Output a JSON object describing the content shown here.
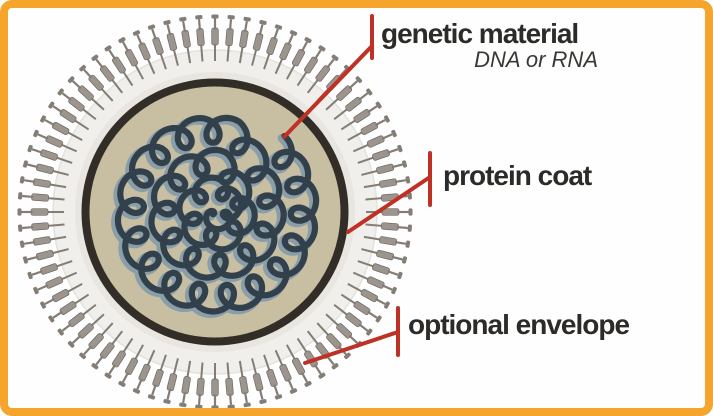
{
  "figure": {
    "background": "#FEFEFE",
    "border_color": "#F5A42C"
  },
  "diagram": {
    "callout_color": "#BF3025",
    "labels": {
      "genetic_material": {
        "text": "genetic material",
        "subtext": "DNA or RNA"
      },
      "protein_coat": {
        "text": "protein coat"
      },
      "optional_envelope": {
        "text": "optional envelope"
      }
    },
    "virus": {
      "envelope_color": "#F0EFEB",
      "envelope_edge_color": "#E4E2DD",
      "halo_color": "#E9E6E1",
      "spike_color": "#9B958E",
      "spike_accent_color": "#837D76",
      "spike_outline_color": "#6F6963",
      "coat_ring_color": "#332D28",
      "coat_fill_color": "#C8BFA3",
      "genome_dark_color": "#31404A",
      "genome_light_color": "#879CAA"
    }
  }
}
